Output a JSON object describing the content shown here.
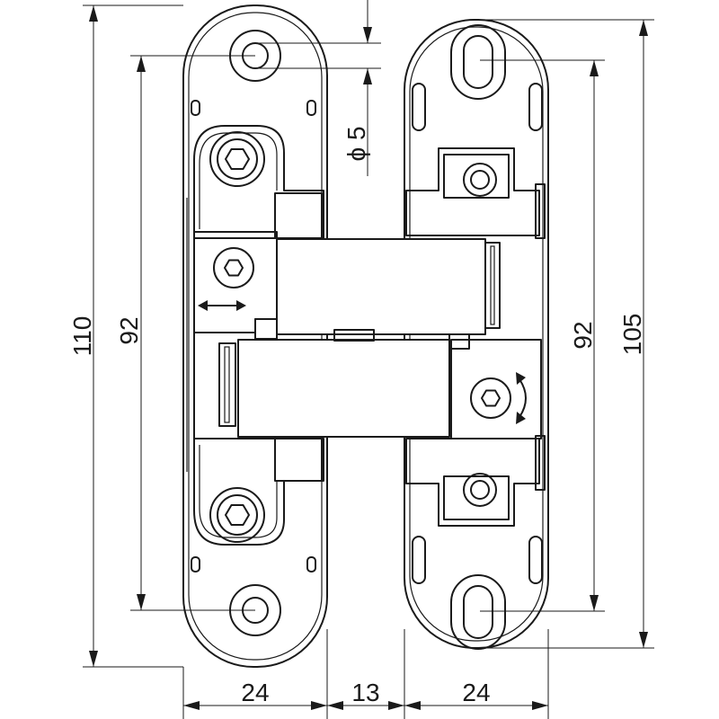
{
  "drawing": {
    "subject": "concealed 3D adjustable door hinge, front view with dimensions",
    "dimensions": {
      "overall_height_left": "110",
      "hole_spacing_left": "92",
      "hole_spacing_right": "92",
      "overall_height_right": "105",
      "hole_diameter": "ϕ 5",
      "left_leaf_width": "24",
      "gap_width": "13",
      "right_leaf_width": "24"
    },
    "icons": {
      "horizontal_adjust": "double-arrow-horizontal-icon",
      "vertical_adjust": "curved-double-arrow-icon",
      "screw": "hex-socket-screw-icon"
    },
    "colors": {
      "line": "#1a1a1a",
      "background": "#ffffff"
    }
  }
}
